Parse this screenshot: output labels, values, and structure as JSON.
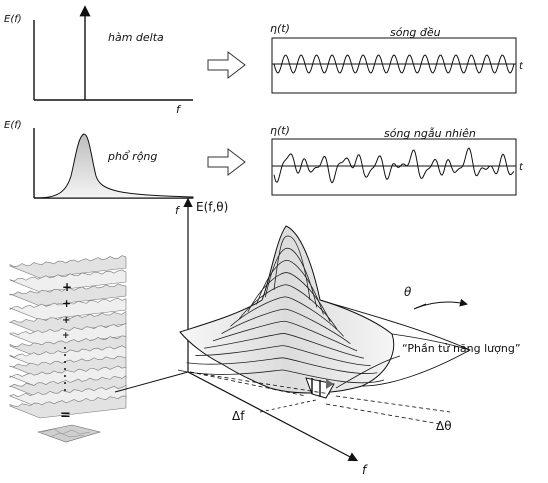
{
  "top_left": {
    "ylabel": "E(f)",
    "label": "hàm delta",
    "xlabel": "f"
  },
  "top_right": {
    "ylabel": "η(t)",
    "label": "sóng đều",
    "xlabel": "t"
  },
  "mid_left": {
    "ylabel": "E(f)",
    "label": "phổ rộng",
    "xlabel": "f"
  },
  "mid_right": {
    "ylabel": "η(t)",
    "label": "sóng ngẫu nhiên",
    "xlabel": "t"
  },
  "bottom": {
    "z_label": "E(f,θ)",
    "theta_label": "θ",
    "f_label": "f",
    "df_label": "Δf",
    "dtheta_label": "Δθ",
    "element_label": "“Phần tử năng lượng”",
    "stack_signs": [
      "+",
      "+",
      "+",
      "+",
      "="
    ]
  },
  "colors": {
    "ink": "#111111",
    "grey_fill": "#e6e6e6",
    "sheet_fill": "#f2f2f2"
  }
}
